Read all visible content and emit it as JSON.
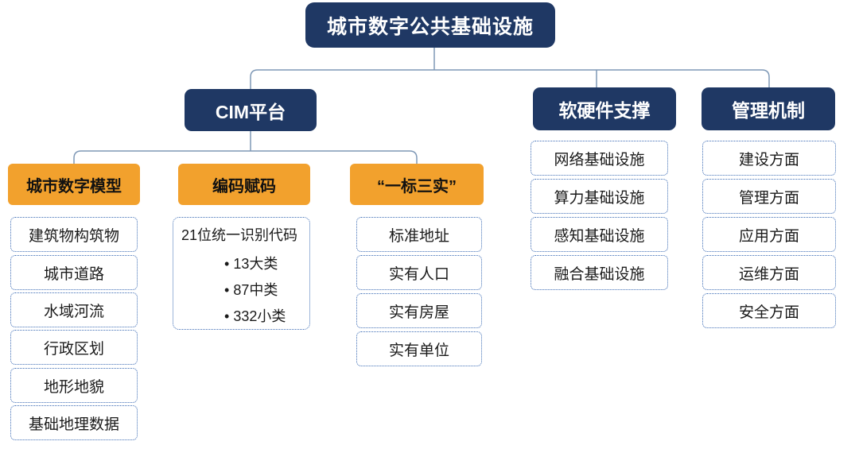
{
  "root": {
    "label": "城市数字公共基础设施"
  },
  "cim": {
    "label": "CIM平台",
    "columns": [
      {
        "header": "城市数字模型",
        "items": [
          "建筑物构筑物",
          "城市道路",
          "水域河流",
          "行政区划",
          "地形地貌",
          "基础地理数据"
        ]
      },
      {
        "header": "编码赋码",
        "panel": {
          "title": "21位统一识别代码",
          "bullets": [
            "13大类",
            "87中类",
            "332小类"
          ]
        }
      },
      {
        "header": "“一标三实”",
        "items": [
          "标准地址",
          "实有人口",
          "实有房屋",
          "实有单位"
        ]
      }
    ]
  },
  "support": {
    "label": "软硬件支撑",
    "items": [
      "网络基础设施",
      "算力基础设施",
      "感知基础设施",
      "融合基础设施"
    ]
  },
  "management": {
    "label": "管理机制",
    "items": [
      "建设方面",
      "管理方面",
      "应用方面",
      "运维方面",
      "安全方面"
    ]
  },
  "colors": {
    "node_navy": "#1F3864",
    "node_orange": "#F2A12D",
    "connector_line": "#7E98B6",
    "dotted_border": "#3E6DB5"
  }
}
